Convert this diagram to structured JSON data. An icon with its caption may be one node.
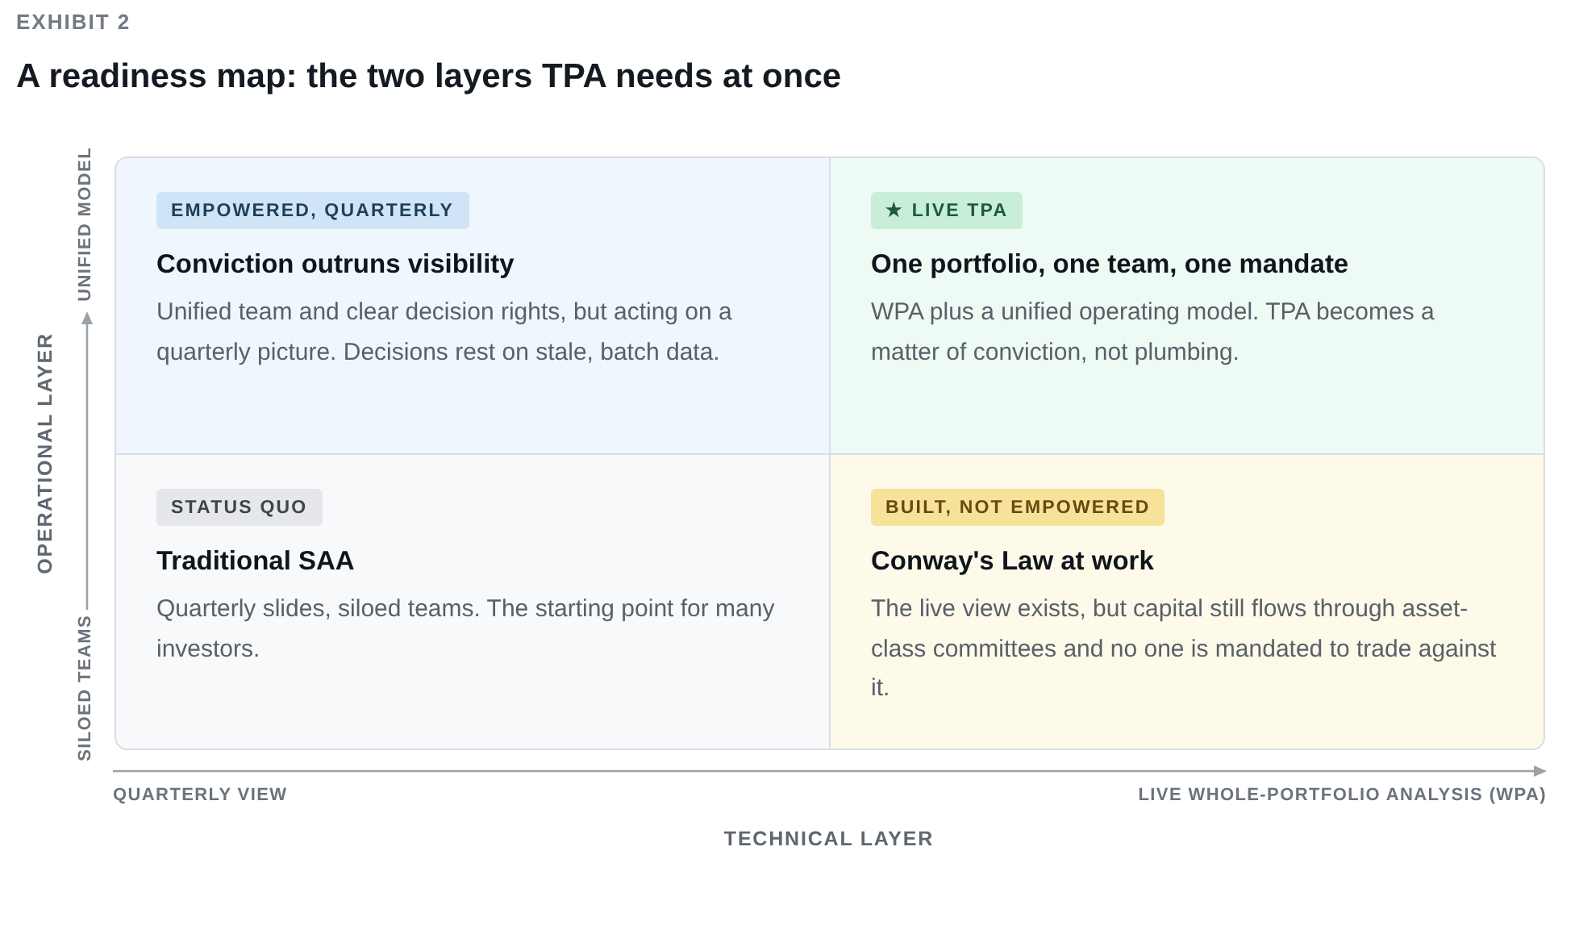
{
  "diagram": {
    "title": "A readiness map: the two layers TPA needs at once",
    "nodes": [
      {
        "text": [
          "EMPOWERED, QUARTERLY",
          "Conviction outruns visibility",
          "Unified team and clear decision rights, but acting on a quarterly picture. Decisions rest on stale, batch data."
        ]
      },
      {
        "text": [
          "★ LIVE TPA",
          "One portfolio, one team, one mandate",
          "WPA plus a unified operating model. TPA becomes a matter of conviction, not plumbing."
        ]
      },
      {
        "text": [
          "STATUS QUO",
          "Traditional SAA",
          "Quarterly slides, siloed teams. The starting point for many investors."
        ]
      },
      {
        "text": [
          "BUILT, NOT EMPOWERED",
          "Conway's Law at work",
          "The live view exists, but capital still flows through asset-class committees and no one is mandated to trade against it."
        ]
      }
    ],
    "labels": [
      "EXHIBIT 2",
      "UNIFIED MODEL",
      "OPERATIONAL LAYER",
      "SILOED TEAMS",
      "QUARTERLY VIEW",
      "LIVE WHOLE-PORTFOLIO ANALYSIS (WPA)",
      "TECHNICAL LAYER"
    ]
  }
}
